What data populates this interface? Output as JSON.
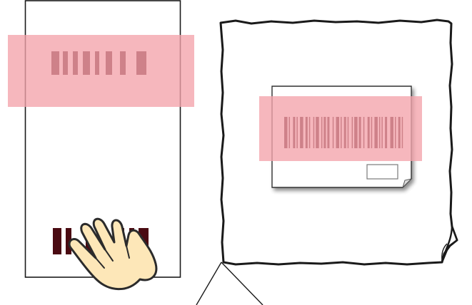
{
  "colors": {
    "background": "#ffffff",
    "outline": "#1a1a1a",
    "scan_band": "#f4a3ab",
    "scan_band_opacity": 0.78,
    "barcode_bar": "#4a0a12",
    "sticker_shadow": "#b9b9b9",
    "hand_fill": "#fde7b8",
    "hand_stroke": "#2b2b2b"
  },
  "icons": {
    "left_panel": "receipt-outline",
    "right_panel": "crumpled-paper-outline",
    "sticker": "barcode-label-icon",
    "hand": "hand-icon",
    "pointer": "callout-lines"
  }
}
